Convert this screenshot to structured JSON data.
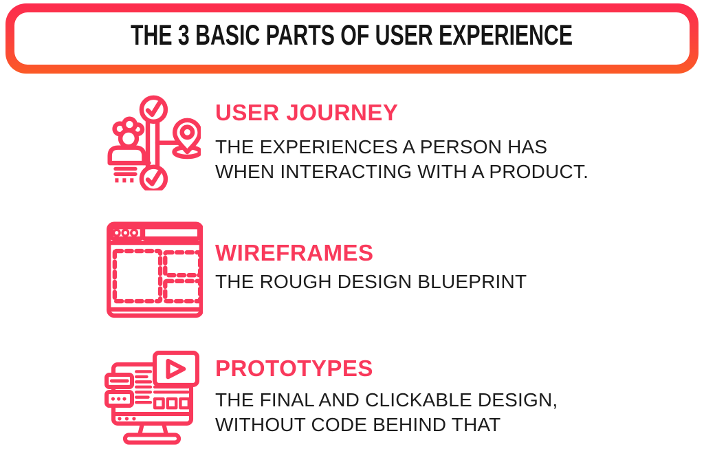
{
  "title": "THE 3 BASIC PARTS OF USER EXPERIENCE",
  "colors": {
    "accent": "#f9395b",
    "header_gradient_top": "#fd2b4e",
    "header_gradient_bottom": "#fb5a26",
    "text": "#1c1c1c",
    "background": "#ffffff"
  },
  "sections": [
    {
      "heading": "USER JOURNEY",
      "description_lines": [
        "THE EXPERIENCES A PERSON HAS",
        "WHEN INTERACTING WITH A PRODUCT."
      ],
      "icon": "user-journey-icon"
    },
    {
      "heading": "WIREFRAMES",
      "description_lines": [
        "THE ROUGH DESIGN BLUEPRINT"
      ],
      "icon": "wireframes-icon"
    },
    {
      "heading": "PROTOTYPES",
      "description_lines": [
        "THE FINAL AND CLICKABLE DESIGN,",
        "WITHOUT CODE BEHIND THAT"
      ],
      "icon": "prototypes-icon"
    }
  ]
}
